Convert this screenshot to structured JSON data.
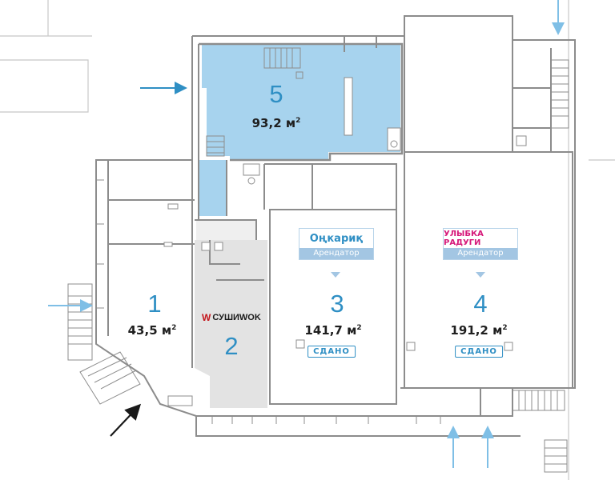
{
  "colors": {
    "wall": "#8c8c8c",
    "highlight": "#a7d3ee",
    "accent": "#2f8fc4",
    "corridor": "#e3e3e3",
    "arrow": "#7fbfe6",
    "entrance_arrow": "#1a1a1a"
  },
  "units": [
    {
      "id": "1",
      "number": "1",
      "area_value": "43,5 м",
      "area_sup": "2"
    },
    {
      "id": "2",
      "number": "2"
    },
    {
      "id": "3",
      "number": "3",
      "area_value": "141,7 м",
      "area_sup": "2",
      "status": "СДАНО",
      "tenant_logo": "Оңкариқ",
      "tenant_role": "Арендатор"
    },
    {
      "id": "4",
      "number": "4",
      "area_value": "191,2 м",
      "area_sup": "2",
      "status": "СДАНО",
      "tenant_logo": "УЛЫБКА РАДУГИ",
      "tenant_role": "Арендатор"
    },
    {
      "id": "5",
      "number": "5",
      "area_value": "93,2 м",
      "area_sup": "2",
      "highlighted": true
    }
  ],
  "unit2_tenant": {
    "mark": "W",
    "name": "СУШИWOK"
  },
  "icons": [
    "arrow-right-icon",
    "arrow-down-icon",
    "arrow-up-icon",
    "entrance-arrow-icon"
  ]
}
